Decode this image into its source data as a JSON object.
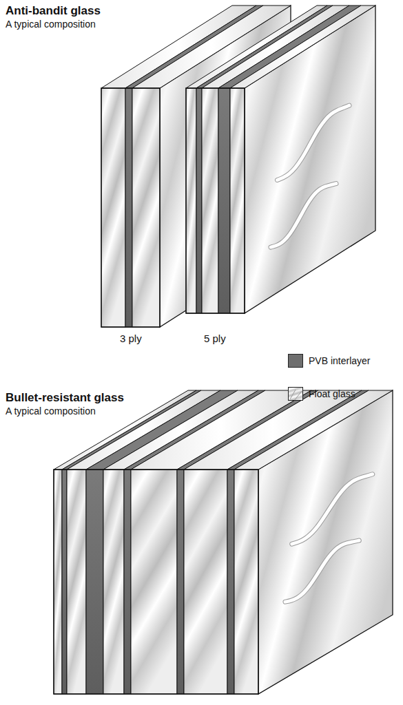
{
  "diagram": {
    "labels": [
      "Anti-bandit glass",
      "A typical composition",
      "3 ply",
      "5 ply",
      "Bullet-resistant glass",
      "A typical composition"
    ],
    "legend": [
      {
        "text": "PVB interlayer",
        "color": "#6e6e6e"
      },
      {
        "text": "Float glass"
      }
    ]
  }
}
